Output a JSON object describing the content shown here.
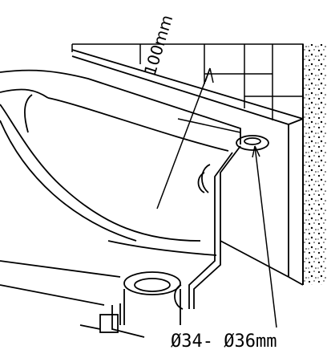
{
  "figure": {
    "kind": "technical-line-drawing",
    "subject": "bathtub overflow and waste drain installed against tiled wall",
    "stroke_color": "#000000",
    "background_color": "#ffffff"
  },
  "annotations": {
    "wall_distance_label": "100mm",
    "pipe_diameter_label": "Ø34- Ø36mm"
  }
}
